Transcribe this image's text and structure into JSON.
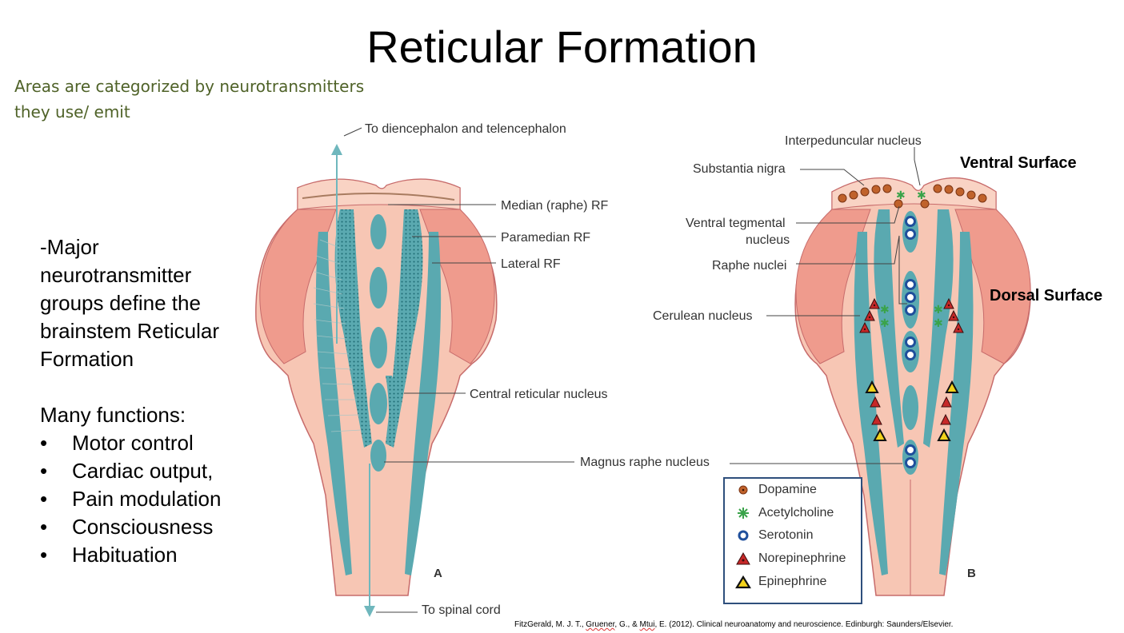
{
  "slide": {
    "title": "Reticular Formation",
    "subtitle_lines": [
      "Areas are categorized by neurotransmitters",
      "they use/ emit"
    ],
    "intro_lines": [
      "-Major",
      "neurotransmitter",
      "groups define the",
      "brainstem Reticular",
      "Formation"
    ],
    "functions_heading": "Many functions:",
    "functions": [
      "Motor control",
      "Cardiac output,",
      "Pain modulation",
      "Consciousness",
      "Habituation"
    ],
    "citation": {
      "part1": "FitzGerald, M. J. T., ",
      "gruener": "Gruener",
      "part2": ", G., & ",
      "mtui": "Mtui",
      "part3": ", E. (2012). Clinical neuroanatomy and neuroscience. Edinburgh: Saunders/Elsevier."
    }
  },
  "figure_a": {
    "panel_label": "A",
    "labels": {
      "top_arrow": "To diencephalon and telencephalon",
      "median": "Median (raphe) RF",
      "paramedian": "Paramedian RF",
      "lateral": "Lateral RF",
      "central": "Central reticular nucleus",
      "magnus": "Magnus raphe nucleus",
      "bottom_arrow": "To spinal cord"
    }
  },
  "figure_b": {
    "panel_label": "B",
    "ventral_surface": "Ventral Surface",
    "dorsal_surface": "Dorsal Surface",
    "labels": {
      "interpeduncular": "Interpeduncular nucleus",
      "substantia_nigra": "Substantia nigra",
      "vtn_line1": "Ventral tegmental",
      "vtn_line2": "nucleus",
      "raphe": "Raphe nuclei",
      "cerulean": "Cerulean nucleus"
    }
  },
  "legend": [
    {
      "symbol": "dopamine-icon",
      "label": "Dopamine",
      "color": "#c0622b"
    },
    {
      "symbol": "acetylcholine-icon",
      "label": "Acetylcholine",
      "color": "#3aa34a"
    },
    {
      "symbol": "serotonin-icon",
      "label": "Serotonin",
      "color": "#1f4f9c"
    },
    {
      "symbol": "norepinephrine-icon",
      "label": "Norepinephrine",
      "color": "#c62828"
    },
    {
      "symbol": "epinephrine-icon",
      "label": "Epinephrine",
      "color": "#f2d21b"
    }
  ],
  "colors": {
    "brainstem_fill": "#f7c6b4",
    "brainstem_dark": "#ef9b8d",
    "column_teal": "#5aa9b0",
    "title_green": "#4f6228",
    "legend_border": "#2e4f7c"
  }
}
